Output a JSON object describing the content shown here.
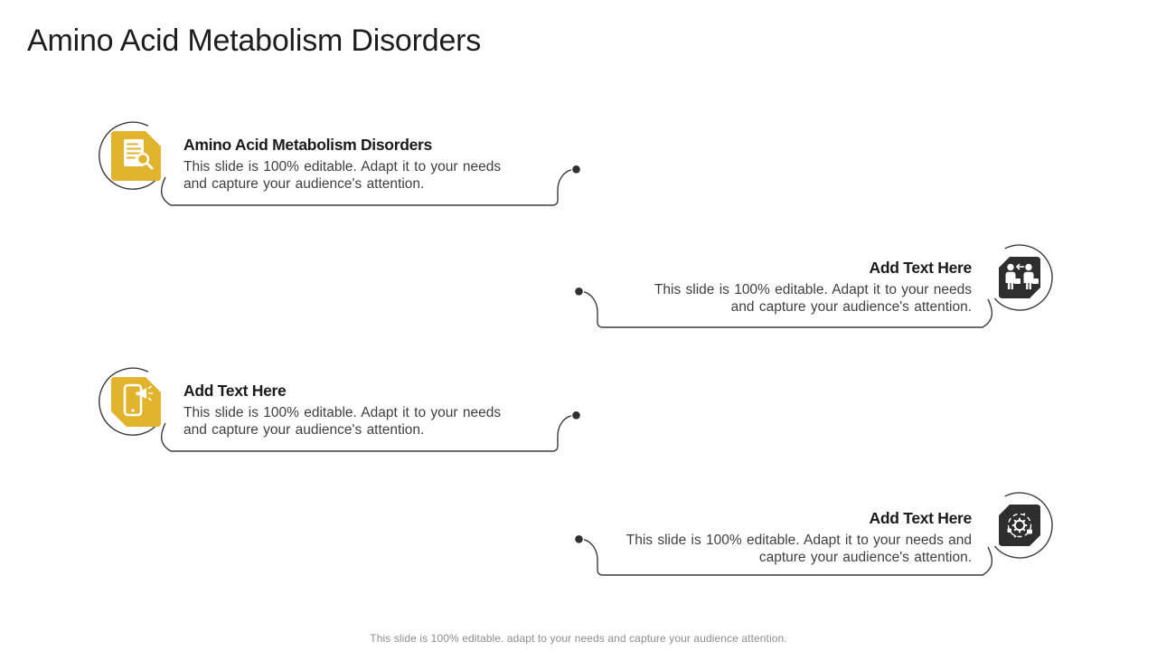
{
  "slide": {
    "title": "Amino Acid Metabolism Disorders",
    "footer": "This slide is 100% editable. adapt to your needs and capture your audience attention."
  },
  "callouts": [
    {
      "heading": "Amino Acid Metabolism Disorders",
      "body": "This slide is 100% editable. Adapt it to your needs and capture your audience's attention.",
      "icon": "document-search-icon",
      "side": "left"
    },
    {
      "heading": "Add Text Here",
      "body": "This slide is 100% editable. Adapt it to your needs and capture your audience's attention.",
      "icon": "people-transfer-icon",
      "side": "right"
    },
    {
      "heading": "Add Text Here",
      "body": "This slide is 100% editable. Adapt it to your needs and capture your audience's attention.",
      "icon": "phone-announcement-icon",
      "side": "left"
    },
    {
      "heading": "Add Text Here",
      "body": "This slide is 100% editable. Adapt it to your needs and capture your audience's attention.",
      "icon": "process-gear-icon",
      "side": "right"
    }
  ],
  "colors": {
    "accent_yellow": "#E2B32C",
    "icon_dark": "#2F2E2E",
    "connector_line": "#3B3B3B",
    "heading_text": "#1B1B1B",
    "body_text": "#3F3F3F",
    "footer_text": "#8D8D8D"
  }
}
